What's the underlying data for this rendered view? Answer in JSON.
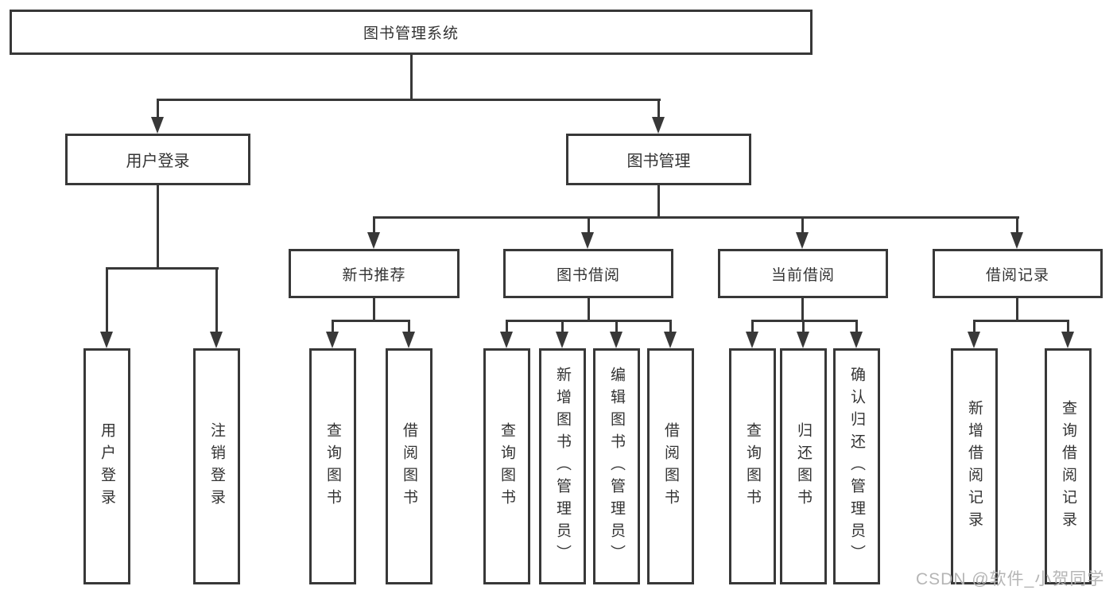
{
  "diagram": {
    "root": "图书管理系统",
    "branches": [
      {
        "label": "用户登录",
        "children": [
          "用户登录",
          "注销登录"
        ]
      },
      {
        "label": "图书管理",
        "groups": [
          {
            "label": "新书推荐",
            "children": [
              "查询图书",
              "借阅图书"
            ]
          },
          {
            "label": "图书借阅",
            "children": [
              "查询图书",
              "新增图书（管理员）",
              "编辑图书（管理员）",
              "借阅图书"
            ]
          },
          {
            "label": "当前借阅",
            "children": [
              "查询图书",
              "归还图书",
              "确认归还（管理员）"
            ]
          },
          {
            "label": "借阅记录",
            "children": [
              "新增借阅记录",
              "查询借阅记录"
            ]
          }
        ]
      }
    ],
    "colors": {
      "line": "#383838",
      "text": "#333333",
      "background": "#ffffff",
      "watermark": "#b5b5b5"
    }
  },
  "watermark": "CSDN @软件_小贺同学"
}
